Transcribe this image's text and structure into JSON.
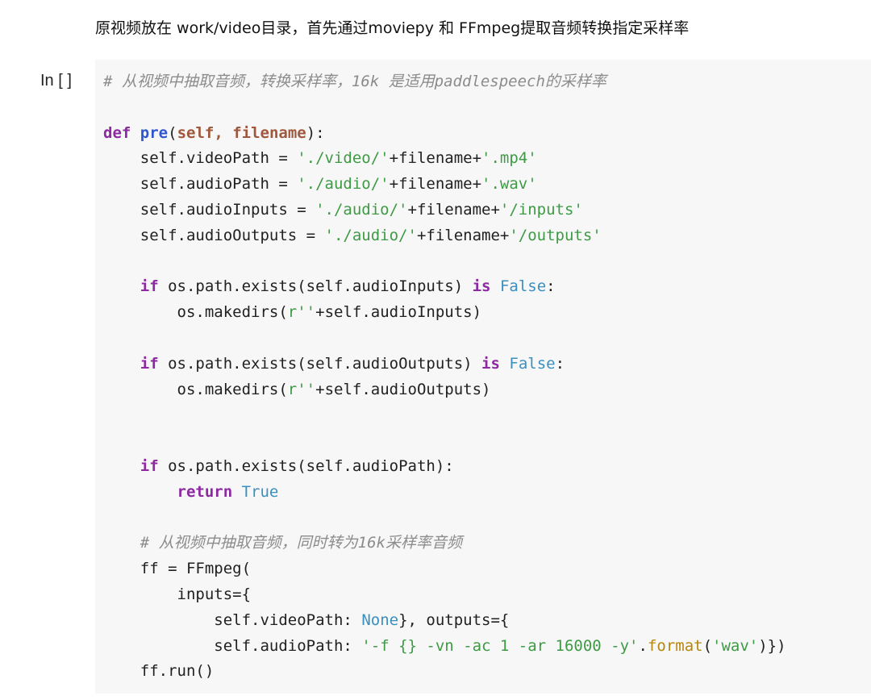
{
  "markdown_text": "原视频放在 work/video目录，首先通过moviepy 和 FFmpeg提取音频转换指定采样率",
  "cell_prompt": "In [ ]",
  "code": {
    "l1": {
      "comment": "# 从视频中抽取音频，转换采样率，16k 是适用paddlespeech的采样率"
    },
    "l3": {
      "kw": "def",
      "fname": "pre",
      "open": "(",
      "p1": "self",
      "comma": ", ",
      "p2": "filename",
      "close": "):"
    },
    "l4": {
      "indent": "    ",
      "a": "self.videoPath = ",
      "s1": "'./video/'",
      "b": "+filename+",
      "s2": "'.mp4'"
    },
    "l5": {
      "indent": "    ",
      "a": "self.audioPath = ",
      "s1": "'./audio/'",
      "b": "+filename+",
      "s2": "'.wav'"
    },
    "l6": {
      "indent": "    ",
      "a": "self.audioInputs = ",
      "s1": "'./audio/'",
      "b": "+filename+",
      "s2": "'/inputs'"
    },
    "l7": {
      "indent": "    ",
      "a": "self.audioOutputs = ",
      "s1": "'./audio/'",
      "b": "+filename+",
      "s2": "'/outputs'"
    },
    "l9": {
      "indent": "    ",
      "kw": "if",
      "a": " os.path.exists(self.audioInputs) ",
      "kw2": "is",
      "sp": " ",
      "bi": "False",
      "end": ":"
    },
    "l10": {
      "indent": "        ",
      "a": "os.makedirs(",
      "s": "r''",
      "b": "+self.audioInputs)"
    },
    "l12": {
      "indent": "    ",
      "kw": "if",
      "a": " os.path.exists(self.audioOutputs) ",
      "kw2": "is",
      "sp": " ",
      "bi": "False",
      "end": ":"
    },
    "l13": {
      "indent": "        ",
      "a": "os.makedirs(",
      "s": "r''",
      "b": "+self.audioOutputs)"
    },
    "l16": {
      "indent": "    ",
      "kw": "if",
      "a": " os.path.exists(self.audioPath):"
    },
    "l17": {
      "indent": "        ",
      "kw": "return",
      "sp": " ",
      "bi": "True"
    },
    "l19": {
      "indent": "    ",
      "comment": "# 从视频中抽取音频，同时转为16k采样率音频"
    },
    "l20": {
      "indent": "    ",
      "a": "ff = FFmpeg("
    },
    "l21": {
      "indent": "        ",
      "a": "inputs={"
    },
    "l22": {
      "indent": "            ",
      "a": "self.videoPath: ",
      "bi": "None",
      "b": "}, outputs={"
    },
    "l23": {
      "indent": "            ",
      "a": "self.audioPath: ",
      "s1": "'-f {} -vn -ac 1 -ar 16000 -y'",
      "dot": ".",
      "me": "format",
      "op": "(",
      "s2": "'wav'",
      "end": ")})"
    },
    "l24": {
      "indent": "    ",
      "a": "ff.run()"
    }
  }
}
